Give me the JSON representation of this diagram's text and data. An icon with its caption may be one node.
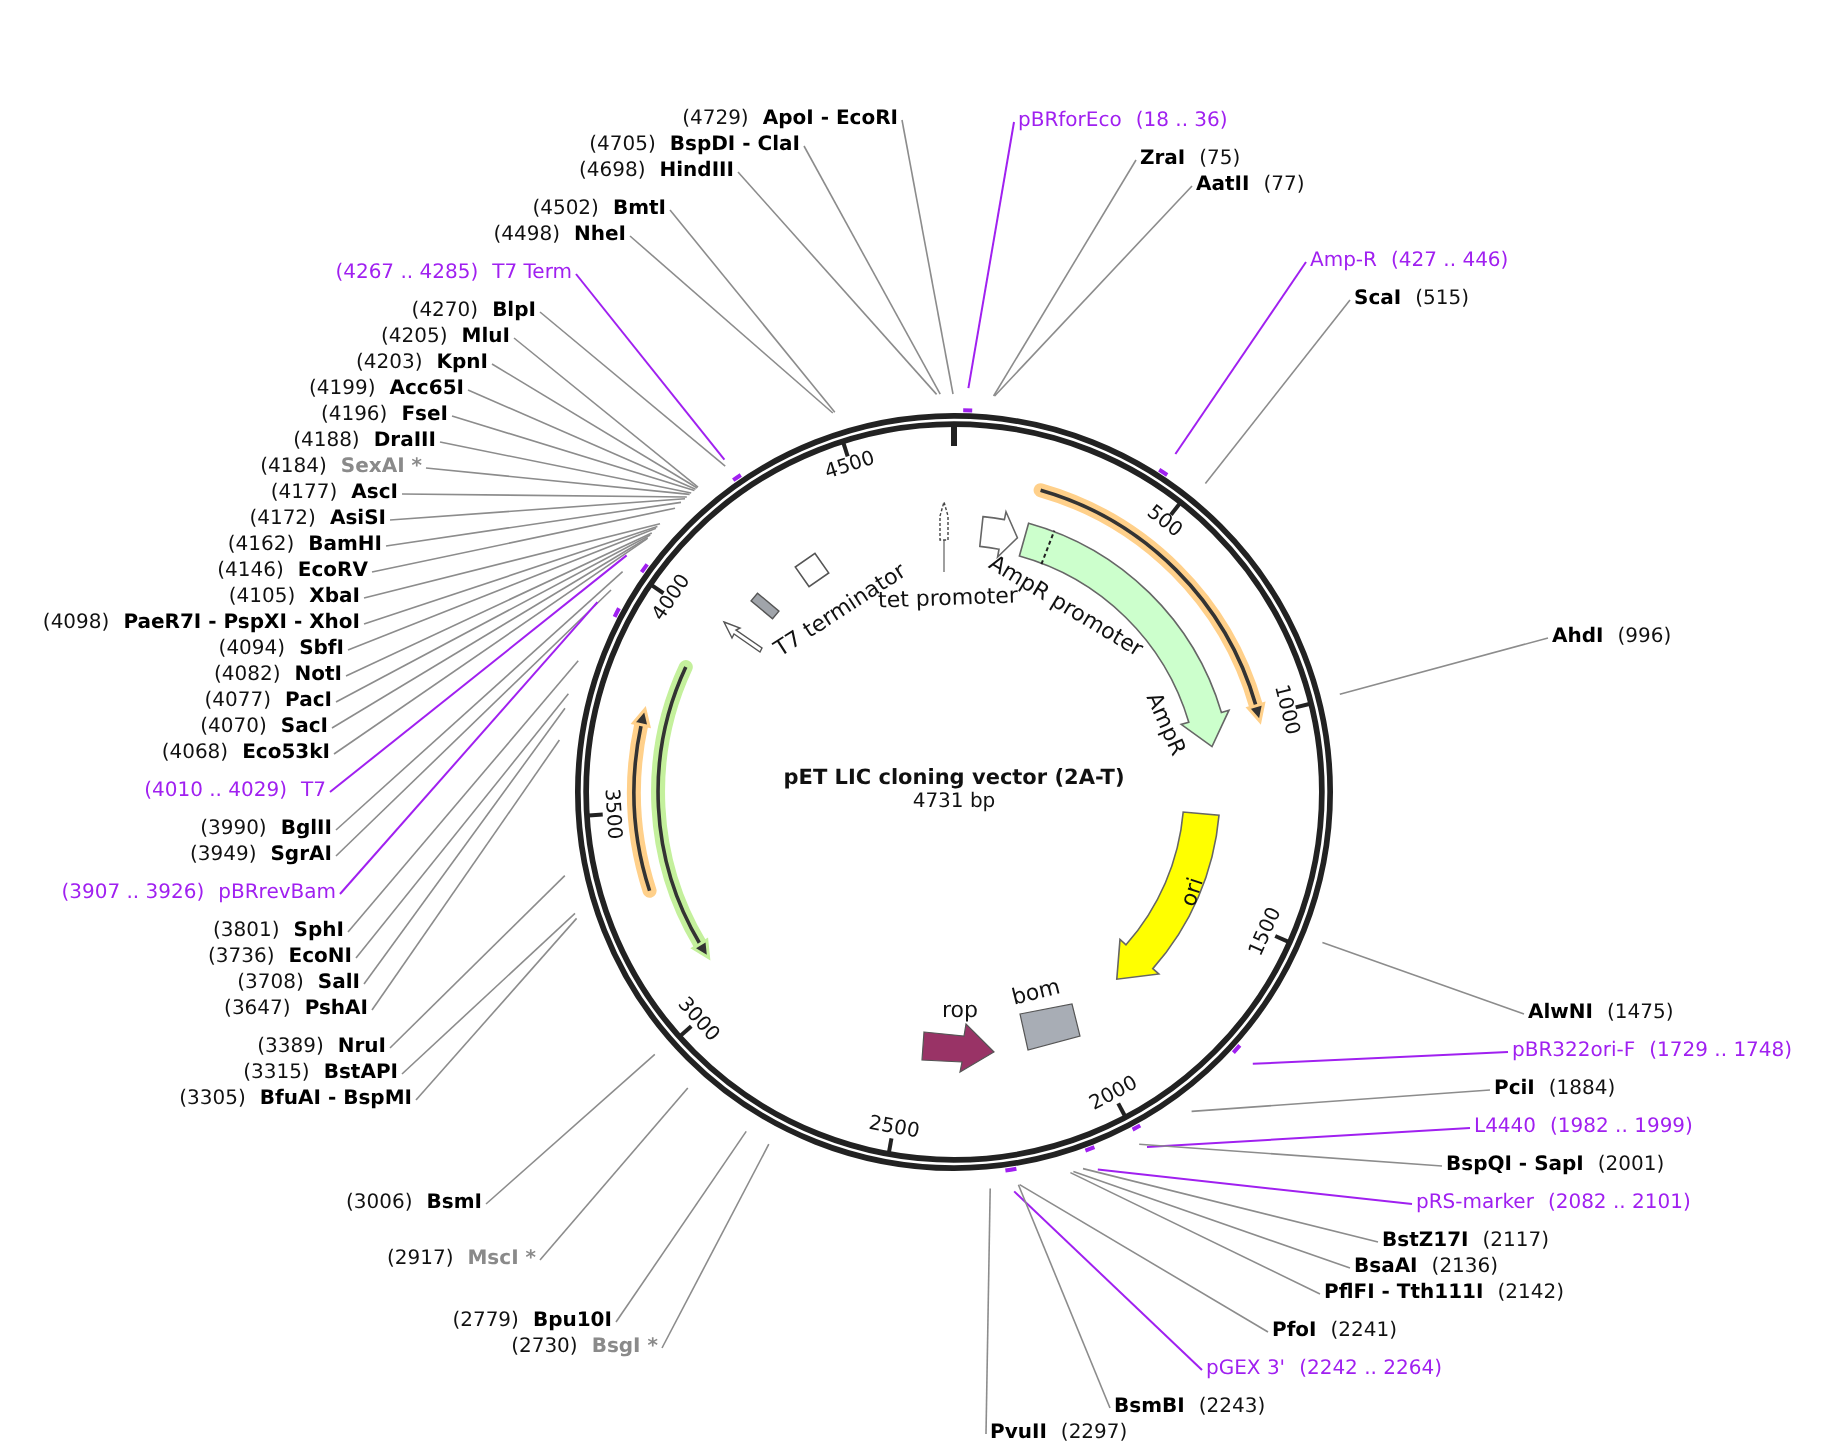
{
  "diagram": {
    "title": "pET LIC cloning vector (2A-T)",
    "nodes": [
      {
        "text": [
          "(4729)",
          "ApoI - EcoRI"
        ]
      },
      {
        "text": [
          "(4705)",
          "BspDI - ClaI"
        ]
      },
      {
        "text": [
          "(4698)",
          "HindIII"
        ]
      },
      {
        "text": [
          "(4502)",
          "BmtI"
        ]
      },
      {
        "text": [
          "(4498)",
          "NheI"
        ]
      },
      {
        "text": [
          "(4267 .. 4285)",
          "T7 Term"
        ]
      },
      {
        "text": [
          "(4270)",
          "BlpI"
        ]
      },
      {
        "text": [
          "(4205)",
          "MluI"
        ]
      },
      {
        "text": [
          "(4203)",
          "KpnI"
        ]
      },
      {
        "text": [
          "(4199)",
          "Acc65I"
        ]
      },
      {
        "text": [
          "(4196)",
          "FseI"
        ]
      },
      {
        "text": [
          "(4188)",
          "DraIII"
        ]
      },
      {
        "text": [
          "(4184)",
          "SexAI *"
        ]
      },
      {
        "text": [
          "(4177)",
          "AscI"
        ]
      },
      {
        "text": [
          "(4172)",
          "AsiSI"
        ]
      },
      {
        "text": [
          "(4162)",
          "BamHI"
        ]
      },
      {
        "text": [
          "(4146)",
          "EcoRV"
        ]
      },
      {
        "text": [
          "(4105)",
          "XbaI"
        ]
      },
      {
        "text": [
          "(4098)",
          "PaeR7I - PspXI - XhoI"
        ]
      },
      {
        "text": [
          "(4094)",
          "SbfI"
        ]
      },
      {
        "text": [
          "(4082)",
          "NotI"
        ]
      },
      {
        "text": [
          "(4077)",
          "PacI"
        ]
      },
      {
        "text": [
          "(4070)",
          "SacI"
        ]
      },
      {
        "text": [
          "(4068)",
          "Eco53kI"
        ]
      },
      {
        "text": [
          "(4010 .. 4029)",
          "T7"
        ]
      },
      {
        "text": [
          "(3990)",
          "BglII"
        ]
      },
      {
        "text": [
          "(3949)",
          "SgrAI"
        ]
      },
      {
        "text": [
          "(3907 .. 3926)",
          "pBRrevBam"
        ]
      },
      {
        "text": [
          "(3801)",
          "SphI"
        ]
      },
      {
        "text": [
          "(3736)",
          "EcoNI"
        ]
      },
      {
        "text": [
          "(3708)",
          "SalI"
        ]
      },
      {
        "text": [
          "(3647)",
          "PshAI"
        ]
      },
      {
        "text": [
          "(3389)",
          "NruI"
        ]
      },
      {
        "text": [
          "(3315)",
          "BstAPI"
        ]
      },
      {
        "text": [
          "(3305)",
          "BfuAI - BspMI"
        ]
      },
      {
        "text": [
          "(3006)",
          "BsmI"
        ]
      },
      {
        "text": [
          "(2917)",
          "MscI *"
        ]
      },
      {
        "text": [
          "(2779)",
          "Bpu10I"
        ]
      },
      {
        "text": [
          "(2730)",
          "BsgI *"
        ]
      },
      {
        "text": [
          "pBRforEco",
          "(18 .. 36)"
        ]
      },
      {
        "text": [
          "ZraI",
          "(75)"
        ]
      },
      {
        "text": [
          "AatII",
          "(77)"
        ]
      },
      {
        "text": [
          "Amp-R",
          "(427 .. 446)"
        ]
      },
      {
        "text": [
          "ScaI",
          "(515)"
        ]
      },
      {
        "text": [
          "AhdI",
          "(996)"
        ]
      },
      {
        "text": [
          "AlwNI",
          "(1475)"
        ]
      },
      {
        "text": [
          "pBR322ori-F",
          "(1729 .. 1748)"
        ]
      },
      {
        "text": [
          "PciI",
          "(1884)"
        ]
      },
      {
        "text": [
          "L4440",
          "(1982 .. 1999)"
        ]
      },
      {
        "text": [
          "BspQI - SapI",
          "(2001)"
        ]
      },
      {
        "text": [
          "pRS-marker",
          "(2082 .. 2101)"
        ]
      },
      {
        "text": [
          "BstZ17I",
          "(2117)"
        ]
      },
      {
        "text": [
          "BsaAI",
          "(2136)"
        ]
      },
      {
        "text": [
          "PflFI - Tth111I",
          "(2142)"
        ]
      },
      {
        "text": [
          "PfoI",
          "(2241)"
        ]
      },
      {
        "text": [
          "pGEX 3'",
          "(2242 .. 2264)"
        ]
      },
      {
        "text": [
          "BsmBI",
          "(2243)"
        ]
      },
      {
        "text": [
          "PvuII",
          "(2297)"
        ]
      }
    ],
    "edges": [
      {
        "from": 0,
        "to": null,
        "arrow": "none"
      },
      {
        "from": 1,
        "to": null,
        "arrow": "none"
      },
      {
        "from": 2,
        "to": null,
        "arrow": "none"
      },
      {
        "from": 3,
        "to": null,
        "arrow": "none"
      },
      {
        "from": 4,
        "to": null,
        "arrow": "none"
      },
      {
        "from": 5,
        "to": null,
        "arrow": "none",
        "color": "#a020f0"
      },
      {
        "from": 6,
        "to": null,
        "arrow": "none"
      },
      {
        "from": 7,
        "to": null,
        "arrow": "none"
      },
      {
        "from": 8,
        "to": null,
        "arrow": "none"
      },
      {
        "from": 9,
        "to": null,
        "arrow": "none"
      },
      {
        "from": 10,
        "to": null,
        "arrow": "none"
      },
      {
        "from": 11,
        "to": null,
        "arrow": "none"
      },
      {
        "from": 12,
        "to": null,
        "arrow": "none"
      },
      {
        "from": 13,
        "to": null,
        "arrow": "none"
      },
      {
        "from": 14,
        "to": null,
        "arrow": "none"
      },
      {
        "from": 15,
        "to": null,
        "arrow": "none"
      },
      {
        "from": 16,
        "to": null,
        "arrow": "none"
      },
      {
        "from": 17,
        "to": null,
        "arrow": "none"
      },
      {
        "from": 18,
        "to": null,
        "arrow": "none"
      },
      {
        "from": 19,
        "to": null,
        "arrow": "none"
      },
      {
        "from": 20,
        "to": null,
        "arrow": "none"
      },
      {
        "from": 21,
        "to": null,
        "arrow": "none"
      },
      {
        "from": 22,
        "to": null,
        "arrow": "none"
      },
      {
        "from": 23,
        "to": null,
        "arrow": "none"
      },
      {
        "from": 24,
        "to": null,
        "arrow": "none",
        "color": "#a020f0"
      },
      {
        "from": 25,
        "to": null,
        "arrow": "none"
      },
      {
        "from": 26,
        "to": null,
        "arrow": "none"
      },
      {
        "from": 27,
        "to": null,
        "arrow": "none",
        "color": "#a020f0"
      },
      {
        "from": 28,
        "to": null,
        "arrow": "none"
      },
      {
        "from": 29,
        "to": null,
        "arrow": "none"
      },
      {
        "from": 30,
        "to": null,
        "arrow": "none"
      },
      {
        "from": 31,
        "to": null,
        "arrow": "none"
      },
      {
        "from": 32,
        "to": null,
        "arrow": "none"
      },
      {
        "from": 33,
        "to": null,
        "arrow": "none"
      },
      {
        "from": 34,
        "to": null,
        "arrow": "none"
      },
      {
        "from": 35,
        "to": null,
        "arrow": "none"
      },
      {
        "from": 36,
        "to": null,
        "arrow": "none"
      },
      {
        "from": 37,
        "to": null,
        "arrow": "none"
      },
      {
        "from": 38,
        "to": null,
        "arrow": "none"
      },
      {
        "from": 39,
        "to": null,
        "arrow": "none",
        "color": "#a020f0"
      },
      {
        "from": 40,
        "to": null,
        "arrow": "none"
      },
      {
        "from": 41,
        "to": null,
        "arrow": "none"
      },
      {
        "from": 42,
        "to": null,
        "arrow": "none",
        "color": "#a020f0"
      },
      {
        "from": 43,
        "to": null,
        "arrow": "none"
      },
      {
        "from": 44,
        "to": null,
        "arrow": "none"
      },
      {
        "from": 45,
        "to": null,
        "arrow": "none"
      },
      {
        "from": 46,
        "to": null,
        "arrow": "none",
        "color": "#a020f0"
      },
      {
        "from": 47,
        "to": null,
        "arrow": "none"
      },
      {
        "from": 48,
        "to": null,
        "arrow": "none",
        "color": "#a020f0"
      },
      {
        "from": 49,
        "to": null,
        "arrow": "none"
      },
      {
        "from": 50,
        "to": null,
        "arrow": "none",
        "color": "#a020f0"
      },
      {
        "from": 51,
        "to": null,
        "arrow": "none"
      },
      {
        "from": 52,
        "to": null,
        "arrow": "none"
      },
      {
        "from": 53,
        "to": null,
        "arrow": "none"
      },
      {
        "from": 54,
        "to": null,
        "arrow": "none"
      },
      {
        "from": 55,
        "to": null,
        "arrow": "none",
        "color": "#a020f0"
      },
      {
        "from": 56,
        "to": null,
        "arrow": "none"
      },
      {
        "from": 57,
        "to": null,
        "arrow": "none"
      }
    ],
    "labels": [
      "500",
      "1000",
      "1500",
      "2000",
      "2500",
      "3000",
      "3500",
      "4000",
      "4500",
      "T7 terminator",
      "tet promoter",
      "AmpR promoter",
      "AmpR",
      "ori",
      "rop",
      "bom",
      "4731 bp"
    ]
  }
}
